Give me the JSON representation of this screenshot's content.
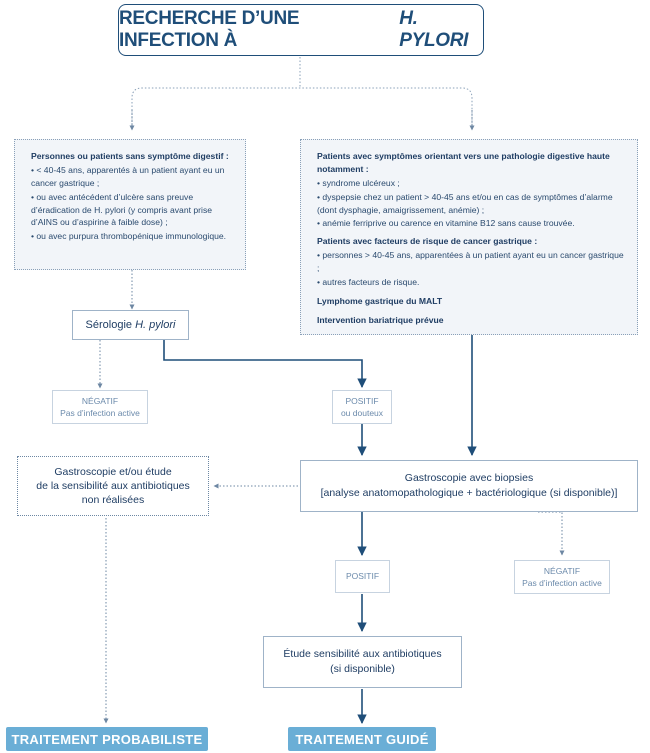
{
  "title": {
    "prefix": "RECHERCHE D’UNE INFECTION À",
    "emph": "H. PYLORI"
  },
  "left_panel": {
    "heading": "Personnes ou patients sans symptôme digestif :",
    "items": [
      "< 40-45 ans, apparentés à un patient ayant eu un cancer gastrique ;",
      "ou avec antécédent d’ulcère sans preuve d’éradication de H. pylori (y compris avant prise d’AINS ou d’aspirine à faible dose) ;",
      "ou avec purpura thrombopénique immunologique."
    ]
  },
  "right_panel": {
    "heading1": "Patients avec symptômes orientant vers une pathologie digestive haute notamment :",
    "items1": [
      "syndrome ulcéreux ;",
      "dyspepsie chez un patient > 40-45 ans et/ou en cas de symptômes d’alarme (dont dysphagie, amaigrissement, anémie) ;",
      "anémie ferriprive ou carence en vitamine B12 sans cause trouvée."
    ],
    "heading2": "Patients avec facteurs de risque de cancer gastrique :",
    "items2": [
      "personnes > 40-45 ans, apparentées à un patient ayant eu un cancer gastrique ;",
      "autres facteurs de risque."
    ],
    "line3": "Lymphome gastrique du MALT",
    "line4": "Intervention bariatrique prévue"
  },
  "serologie": {
    "prefix": "Sérologie",
    "emph": "H. pylori"
  },
  "negatif_1": {
    "line1": "NÉGATIF",
    "line2": "Pas d’infection active"
  },
  "positif_1": {
    "line1": "POSITIF",
    "line2": "ou douteux"
  },
  "gastro_non": {
    "line1": "Gastroscopie et/ou étude",
    "line2": "de la sensibilité aux antibiotiques",
    "line3": "non réalisées"
  },
  "gastro_biopsie": {
    "line1": "Gastroscopie avec biopsies",
    "line2": "[analyse anatomopathologique + bactériologique (si disponible)]"
  },
  "positif_2": {
    "line1": "POSITIF"
  },
  "negatif_2": {
    "line1": "NÉGATIF",
    "line2": "Pas d’infection active"
  },
  "etude": {
    "line1": "Étude sensibilité aux antibiotiques",
    "line2": "(si disponible)"
  },
  "treatments": {
    "probabiliste": "TRAITEMENT PROBABILISTE",
    "guide": "TRAITEMENT GUIDÉ"
  },
  "colors": {
    "navy": "#1f4e79",
    "accent": "#6aaed6",
    "panel_bg": "#f2f5f9"
  }
}
